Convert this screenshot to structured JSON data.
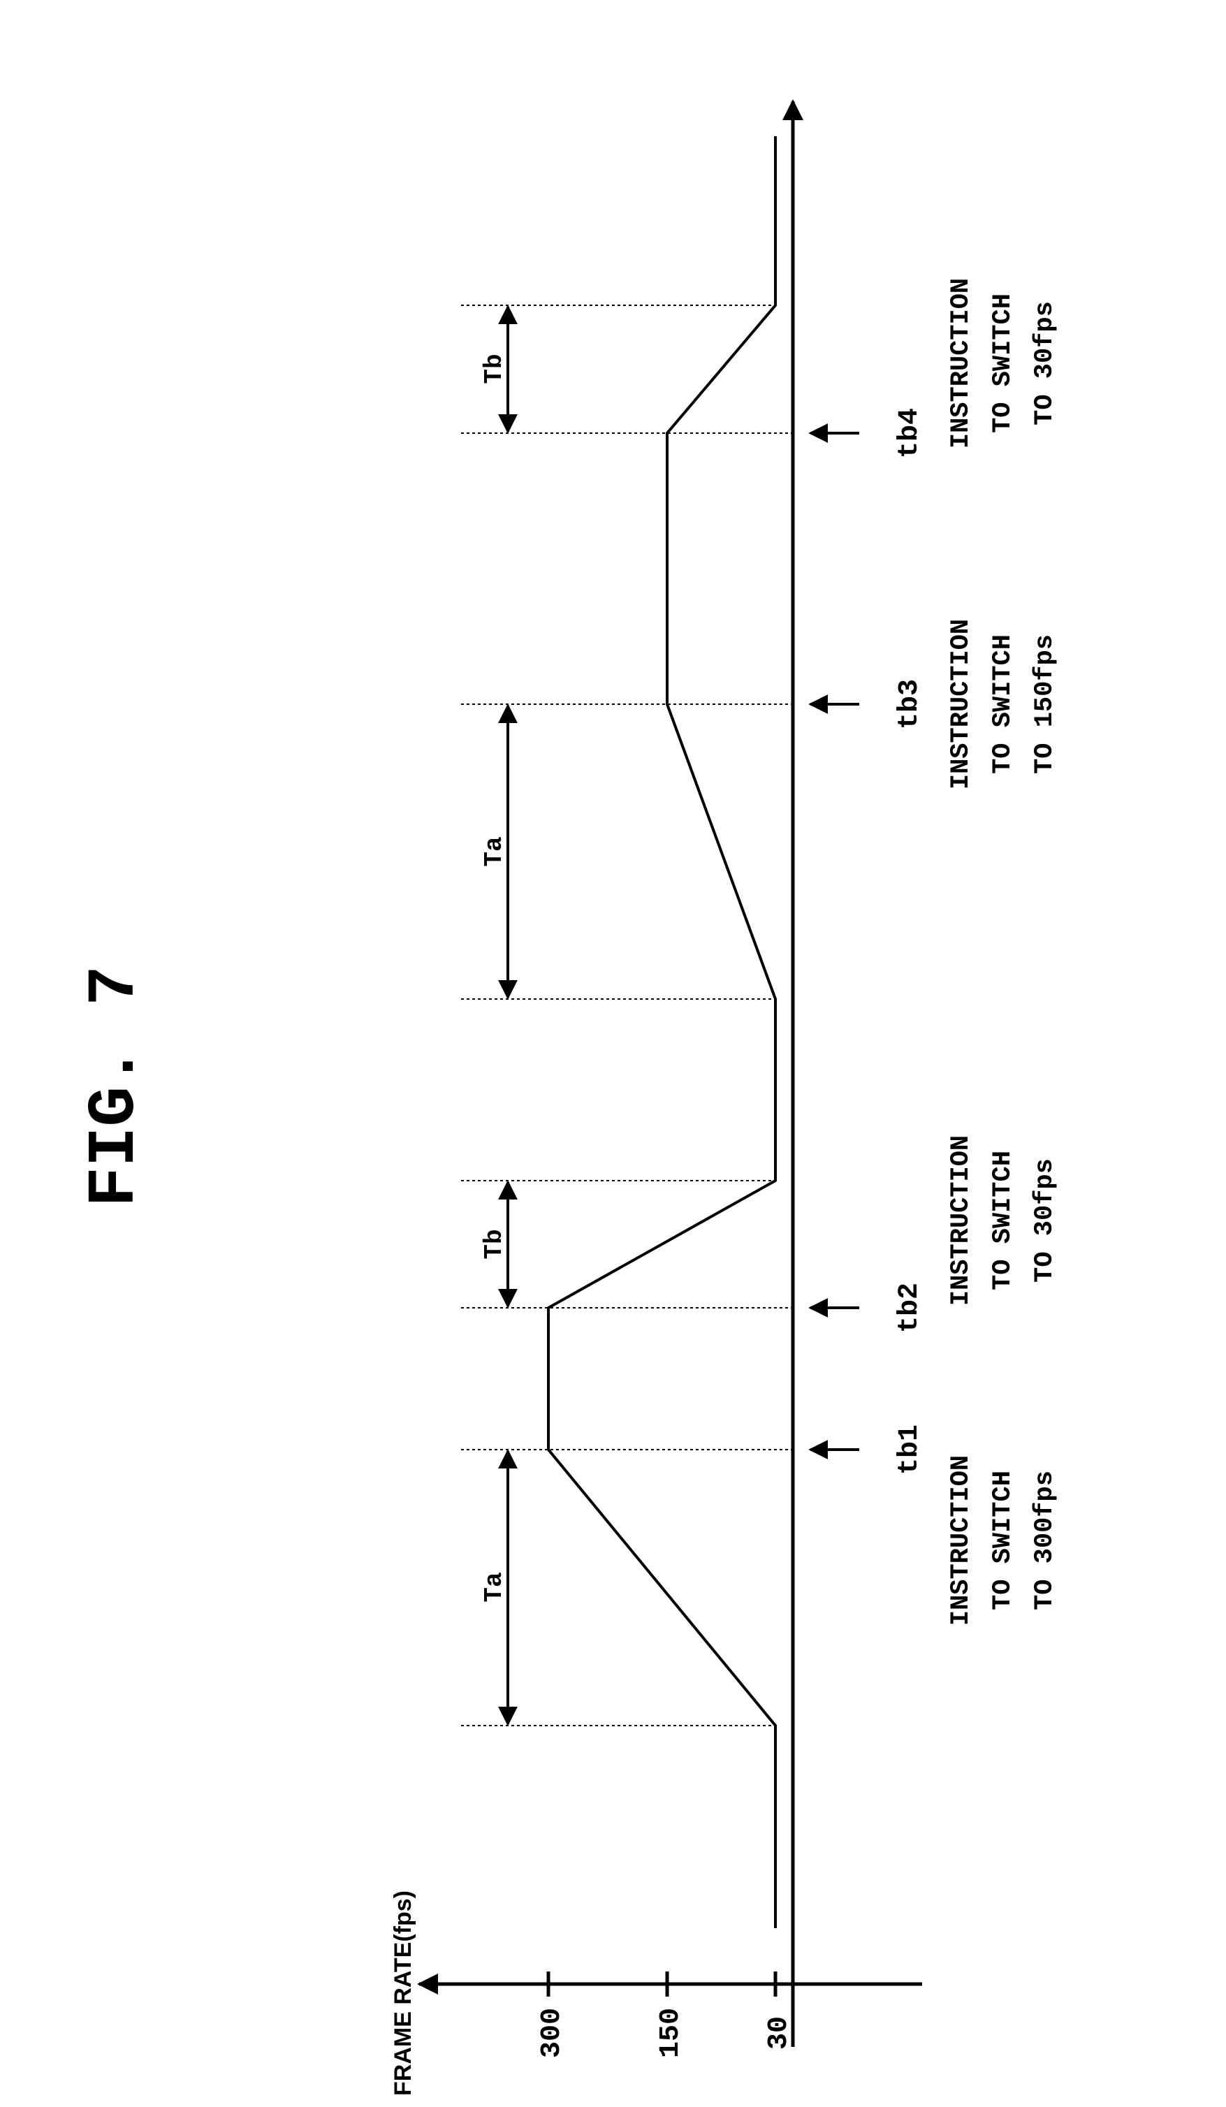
{
  "figure": {
    "title": "FIG. 7"
  },
  "axis": {
    "y_label": "FRAME RATE(fps)",
    "y_ticks": [
      "300",
      "150",
      "30"
    ]
  },
  "events": [
    {
      "id": "tb1",
      "label": "tb1",
      "instruction": [
        "INSTRUCTION",
        "TO SWITCH",
        "TO 300fps"
      ]
    },
    {
      "id": "tb2",
      "label": "tb2",
      "instruction": [
        "INSTRUCTION",
        "TO SWITCH",
        "TO 30fps"
      ]
    },
    {
      "id": "tb3",
      "label": "tb3",
      "instruction": [
        "INSTRUCTION",
        "TO SWITCH",
        "TO 150fps"
      ]
    },
    {
      "id": "tb4",
      "label": "tb4",
      "instruction": [
        "INSTRUCTION",
        "TO SWITCH",
        "TO 30fps"
      ]
    }
  ],
  "spans": [
    {
      "id": "ta-1",
      "label": "Ta"
    },
    {
      "id": "tb-1",
      "label": "Tb"
    },
    {
      "id": "ta-2",
      "label": "Ta"
    },
    {
      "id": "tb-2",
      "label": "Tb"
    }
  ]
}
